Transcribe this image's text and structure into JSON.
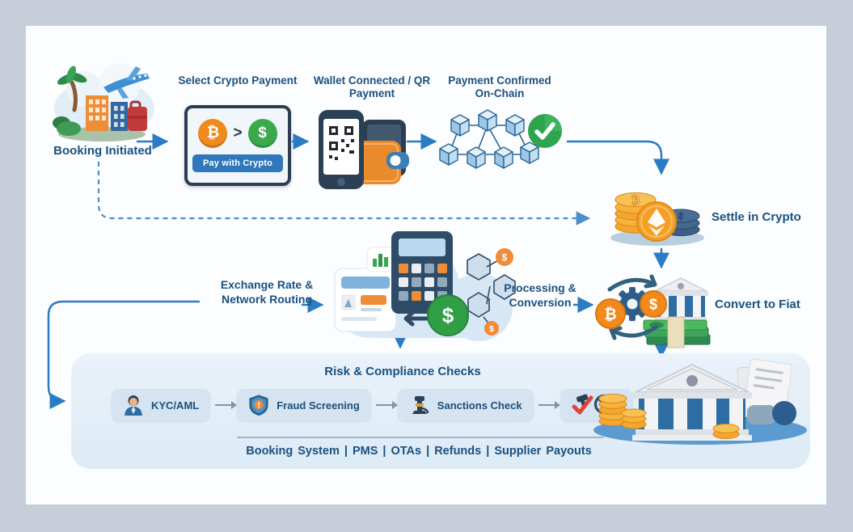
{
  "colors": {
    "bg-outer": "#c7ced9",
    "canvas": "#fcfdfe",
    "text-navy": "#1a5180",
    "arrow-blue": "#2b7cc4",
    "arrow-dashed": "#4a8fca",
    "panel-bg": "#e4eef8",
    "chip-bg": "#d6e4f1",
    "bitcoin-orange": "#f08a1d",
    "dollar-green": "#3aa94c",
    "check-green": "#2ea44f",
    "button-blue": "#2e78bb"
  },
  "flow": {
    "booking": {
      "label": "Booking Initiated"
    },
    "select_crypto": {
      "heading": "Select Crypto Payment",
      "bitcoin_glyph": "₿",
      "arrow_glyph": ">",
      "dollar_glyph": "$",
      "button_label": "Pay with Crypto"
    },
    "wallet": {
      "heading": "Wallet Connected / QR Payment"
    },
    "confirmed": {
      "heading": "Payment Confirmed On-Chain"
    },
    "settle": {
      "label": "Settle in Crypto"
    },
    "exchange": {
      "label": "Exchange Rate & Network Routing"
    },
    "processing": {
      "label": "Processing & Conversion"
    },
    "convert": {
      "label": "Convert to Fiat"
    }
  },
  "compliance": {
    "title": "Risk & Compliance Checks",
    "checks": [
      {
        "label": "KYC/AML"
      },
      {
        "label": "Fraud Screening"
      },
      {
        "label": "Sanctions Check"
      }
    ],
    "systems": [
      "Booking System",
      "PMS",
      "OTAs",
      "Refunds",
      "Supplier Payouts"
    ],
    "systems_separator": " | "
  },
  "glyphs": {
    "dollar": "$",
    "bitcoin": "₿",
    "alert": "!"
  }
}
